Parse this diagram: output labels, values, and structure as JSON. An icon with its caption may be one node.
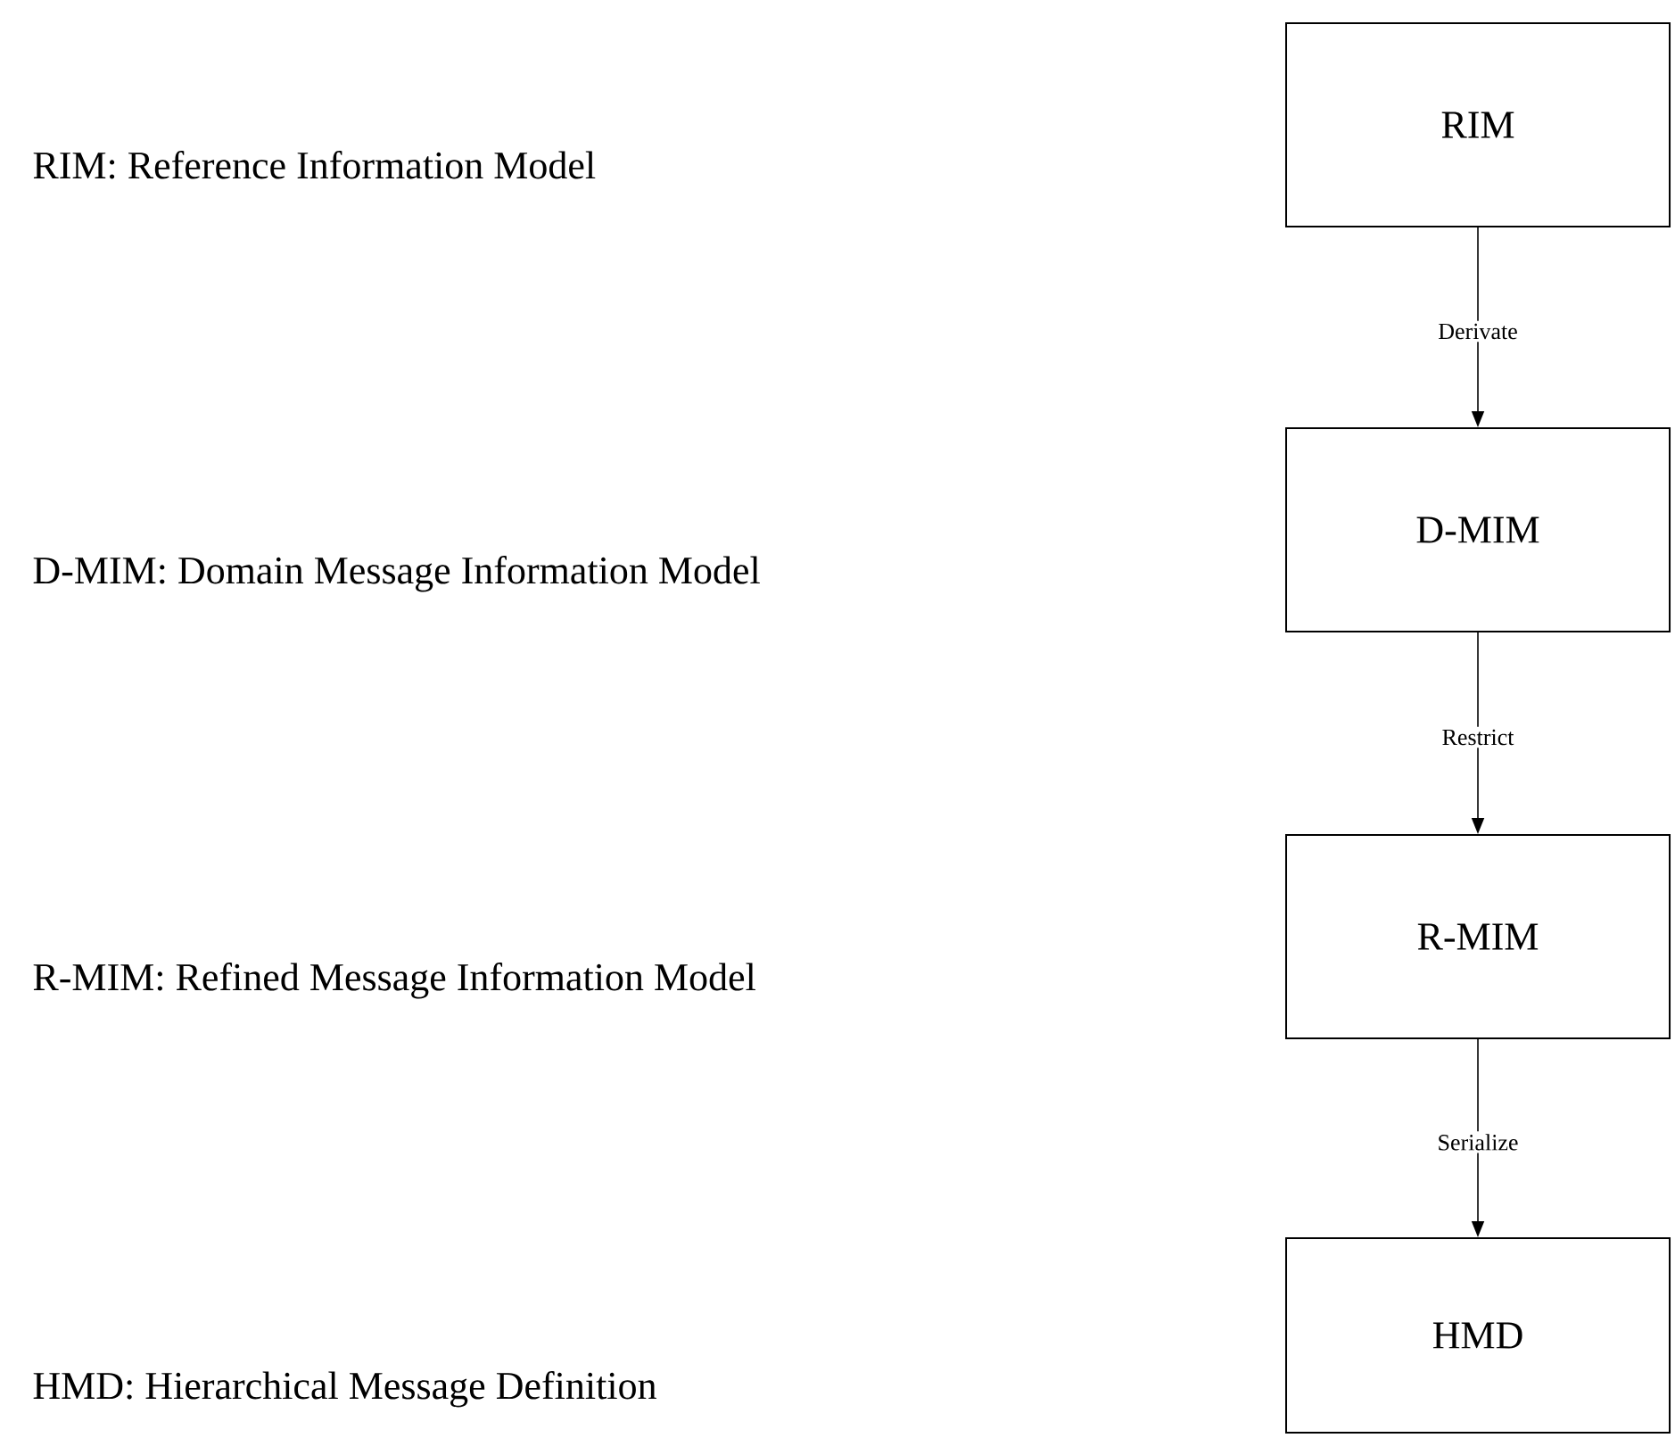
{
  "diagram": {
    "nodes": [
      {
        "text": [
          "RIM"
        ]
      },
      {
        "text": [
          "D-MIM"
        ]
      },
      {
        "text": [
          "R-MIM"
        ]
      },
      {
        "text": [
          "HMD"
        ]
      }
    ],
    "edges": [
      {
        "from": 0,
        "to": 1,
        "arrow": "to",
        "label": "Derivate"
      },
      {
        "from": 1,
        "to": 2,
        "arrow": "to",
        "label": "Restrict"
      },
      {
        "from": 2,
        "to": 3,
        "arrow": "to",
        "label": "Serialize"
      }
    ],
    "labels": [
      "RIM: Reference Information Model",
      "D-MIM: Domain Message Information Model",
      "R-MIM: Refined Message Information Model",
      "HMD: Hierarchical Message Definition"
    ]
  }
}
